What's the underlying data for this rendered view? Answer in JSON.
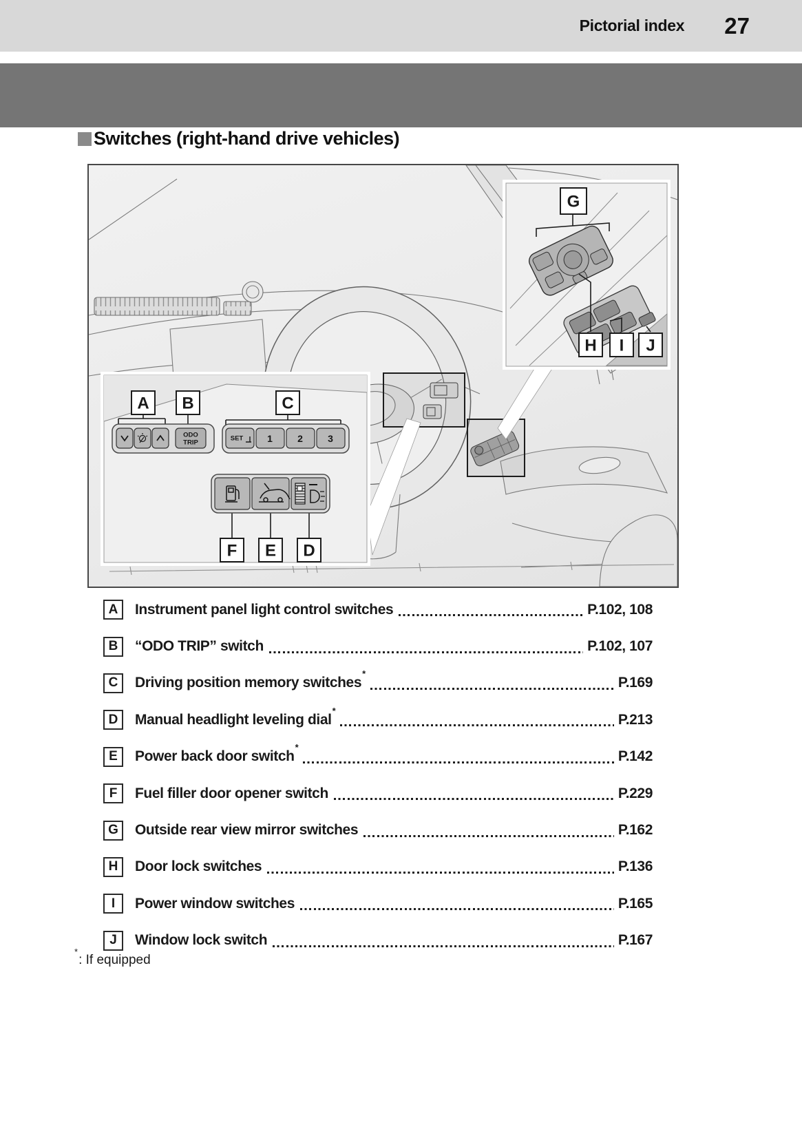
{
  "header": {
    "section_label": "Pictorial index",
    "page_number": "27"
  },
  "section": {
    "title": "Switches (right-hand drive vehicles)"
  },
  "diagram": {
    "callouts": {
      "a": "A",
      "b": "B",
      "c": "C",
      "d": "D",
      "e": "E",
      "f": "F",
      "g": "G",
      "h": "H",
      "i": "I",
      "j": "J"
    },
    "switch_labels": {
      "odo_trip_line1": "ODO",
      "odo_trip_line2": "TRIP",
      "set": "SET",
      "memory_1": "1",
      "memory_2": "2",
      "memory_3": "3"
    },
    "icons": {
      "instrument_light_down": "chevron-down-icon",
      "instrument_light_dial": "brightness-dial-icon",
      "instrument_light_up": "chevron-up-icon",
      "fuel_filler": "fuel-pump-icon",
      "power_back_door": "suv-open-tailgate-icon",
      "headlight_leveling": "leveling-dial-headlight-icon",
      "mirror_control": "mirror-adjust-knob",
      "window_switches": "window-rocker-switches",
      "window_lock": "window-lock-button"
    }
  },
  "index": {
    "items": [
      {
        "label": "A",
        "text": "Instrument panel light control switches",
        "star": false,
        "pages": "P.102, 108"
      },
      {
        "label": "B",
        "text": "“ODO TRIP” switch",
        "star": false,
        "pages": "P.102, 107"
      },
      {
        "label": "C",
        "text": "Driving position memory switches",
        "star": true,
        "pages": "P.169"
      },
      {
        "label": "D",
        "text": "Manual headlight leveling dial",
        "star": true,
        "pages": "P.213"
      },
      {
        "label": "E",
        "text": "Power back door switch",
        "star": true,
        "pages": "P.142"
      },
      {
        "label": "F",
        "text": "Fuel filler door opener switch",
        "star": false,
        "pages": "P.229"
      },
      {
        "label": "G",
        "text": "Outside rear view mirror switches",
        "star": false,
        "pages": "P.162"
      },
      {
        "label": "H",
        "text": "Door lock switches",
        "star": false,
        "pages": "P.136"
      },
      {
        "label": "I",
        "text": "Power window switches",
        "star": false,
        "pages": "P.165"
      },
      {
        "label": "J",
        "text": "Window lock switch",
        "star": false,
        "pages": "P.167"
      }
    ]
  },
  "footnote": {
    "symbol": "*",
    "text": ": If equipped"
  },
  "colors": {
    "band_light": "#d8d8d8",
    "band_dark": "#757575",
    "figure_bg": "#ececec",
    "callout_border": "#1a1a1a"
  }
}
